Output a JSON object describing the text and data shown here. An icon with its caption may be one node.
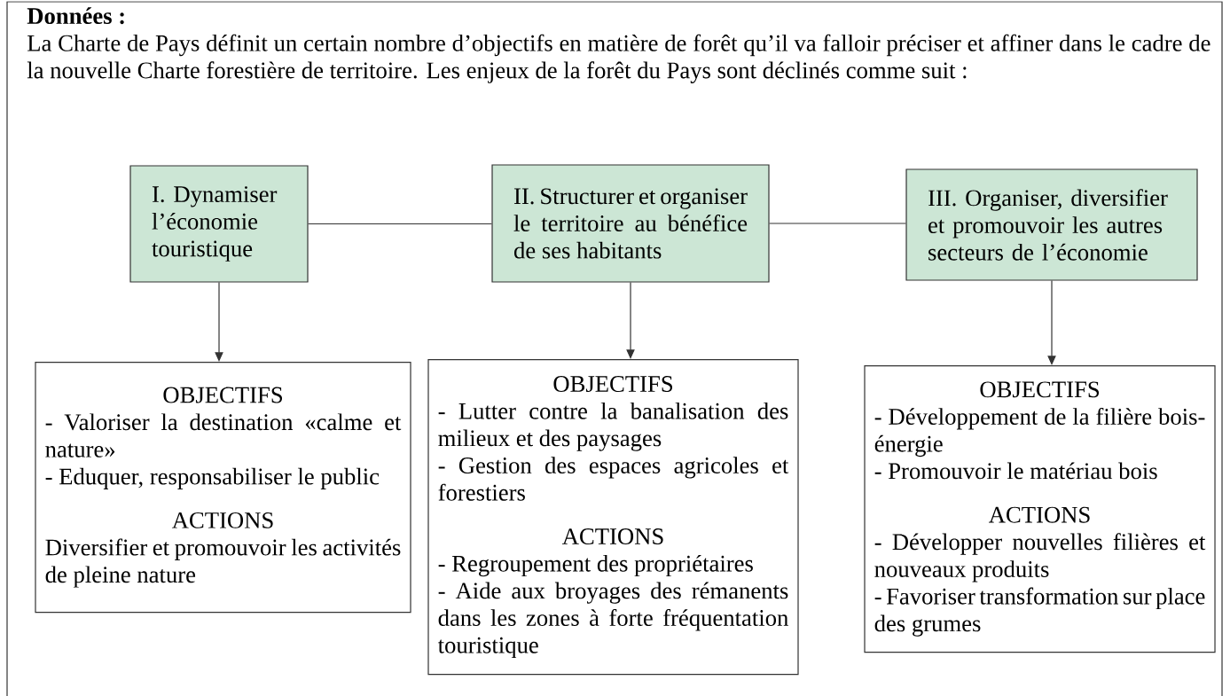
{
  "diagram": {
    "nodes": [
      {
        "text": [
          "Données :",
          "La Charte de Pays définit un certain nombre d’objectifs en matière de forêt qu’il va falloir préciser et affiner dans le cadre de la nouvelle Charte forestière de territoire. Les enjeux de la forêt du Pays sont déclinés comme suit :"
        ]
      },
      {
        "text": [
          "I. Dynamiser l’économie touristique"
        ],
        "in": 0
      },
      {
        "text": [
          "II. Structurer et organiser le territoire au bénéfice de ses habitants"
        ],
        "in": 0
      },
      {
        "text": [
          "III. Organiser, diversifier et promouvoir les autres secteurs de l’économie"
        ],
        "in": 0
      },
      {
        "text": [
          "OBJECTIFS",
          "- Valoriser la destination «calme et nature»",
          "- Eduquer, responsabiliser le public",
          "ACTIONS",
          "Diversifier et promouvoir les activités de pleine nature"
        ],
        "in": 0
      },
      {
        "text": [
          "OBJECTIFS",
          "- Lutter contre la banalisation des milieux et des paysages",
          "- Gestion des espaces agricoles et forestiers",
          "ACTIONS",
          "- Regroupement des propriétaires",
          "- Aide aux broyages des rémanents dans les zones à forte fréquentation touristique"
        ],
        "in": 0
      },
      {
        "text": [
          "OBJECTIFS",
          "- Développement de la filière bois-énergie",
          "- Promouvoir le matériau bois",
          "ACTIONS",
          "- Développer nouvelles filières et nouveaux produits",
          "- Favoriser transformation sur place des grumes"
        ],
        "in": 0
      }
    ],
    "edges": [
      {
        "from": 1,
        "to": 2,
        "arrow": "none"
      },
      {
        "from": 2,
        "to": 3,
        "arrow": "none"
      },
      {
        "from": 1,
        "to": 4,
        "arrow": "to"
      },
      {
        "from": 2,
        "to": 5,
        "arrow": "to"
      },
      {
        "from": 3,
        "to": 6,
        "arrow": "to"
      }
    ]
  }
}
